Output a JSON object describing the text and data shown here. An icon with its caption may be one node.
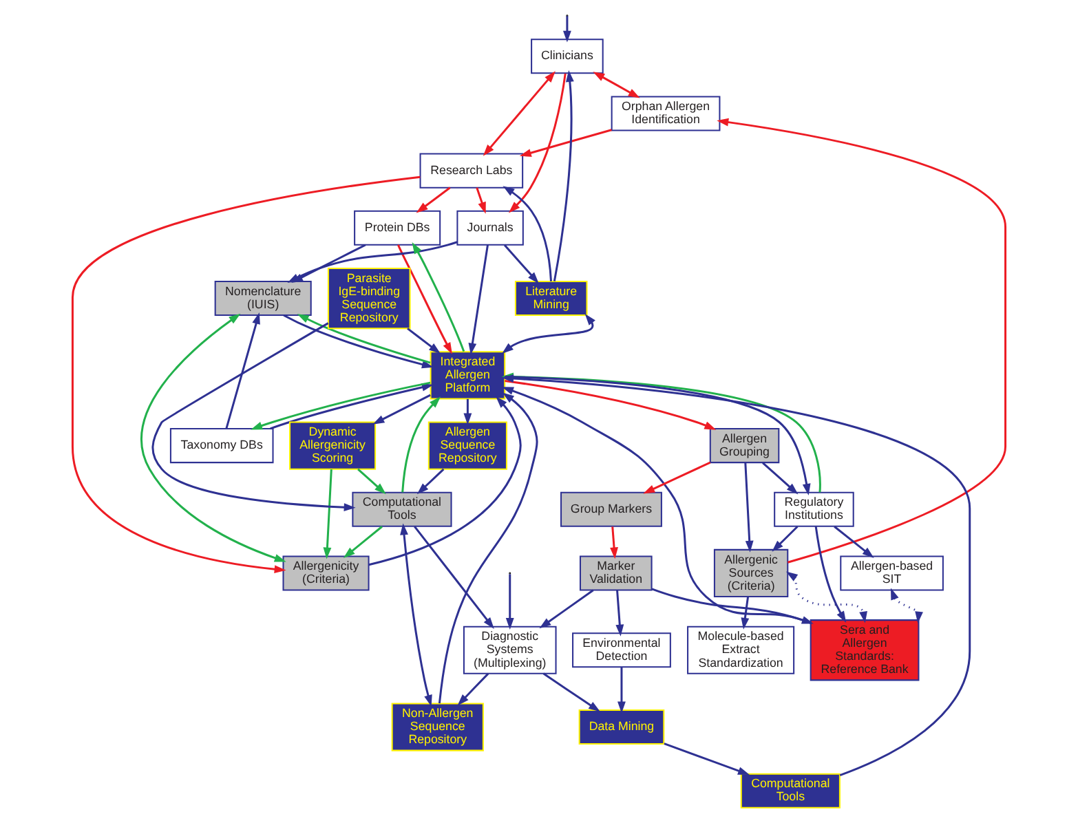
{
  "diagram": {
    "nodes": [
      {
        "text": [
          "Clinicians"
        ]
      },
      {
        "text": [
          "Orphan Allergen Identification"
        ]
      },
      {
        "text": [
          "Molecule-based Extract Standardization"
        ]
      },
      {
        "text": [
          "Research Labs"
        ]
      },
      {
        "text": [
          "Taxonomy DBs"
        ]
      },
      {
        "text": [
          "Allergenic Sources (Criteria)"
        ]
      },
      {
        "text": [
          "Protein DBs"
        ]
      },
      {
        "text": [
          "Allergen-based SIT"
        ]
      },
      {
        "text": [
          "Journals"
        ]
      },
      {
        "text": [
          "Regulatory Institutions"
        ]
      },
      {
        "text": [
          "Nomenclature (IUIS)"
        ]
      },
      {
        "text": [
          "Literature Mining"
        ]
      },
      {
        "text": [
          "Integrated Allergen Platform"
        ]
      },
      {
        "text": [
          "Sera and Allergen Standards: Reference Bank"
        ]
      },
      {
        "text": [
          "Allergenicity (Criteria)"
        ]
      },
      {
        "text": [
          "Allergen Grouping"
        ]
      },
      {
        "text": [
          "Dynamic Allergenicity Scoring"
        ]
      },
      {
        "text": [
          "Computational Tools"
        ]
      },
      {
        "text": [
          "Non-Allergen Sequence Repository"
        ]
      },
      {
        "text": [
          "Group Markers"
        ]
      },
      {
        "text": [
          "Allergen Sequence Repository"
        ]
      },
      {
        "text": [
          "Marker Validation"
        ]
      },
      {
        "text": [
          "Data Mining"
        ]
      },
      {
        "text": [
          "Computational Tools"
        ]
      },
      {
        "text": [
          "Diagnostic Systems (Multiplexing)"
        ]
      },
      {
        "text": [
          "Parasite IgE-binding Sequence Repository"
        ]
      },
      {
        "text": [
          "Environmental Detection"
        ]
      }
    ],
    "edges": [
      {
        "from": 0,
        "to": 1,
        "arrow": "both",
        "color": "#ed1c24"
      },
      {
        "from": 0,
        "to": 3,
        "arrow": "both",
        "color": "#ed1c24"
      },
      {
        "from": 1,
        "to": 3,
        "arrow": "to",
        "color": "#ed1c24"
      },
      {
        "from": 0,
        "to": 8,
        "arrow": "to",
        "color": "#ed1c24"
      },
      {
        "from": 3,
        "to": 6,
        "arrow": "to",
        "color": "#ed1c24"
      },
      {
        "from": 3,
        "to": 8,
        "arrow": "to",
        "color": "#ed1c24"
      },
      {
        "from": 3,
        "to": 14,
        "arrow": "to",
        "color": "#ed1c24"
      },
      {
        "from": 6,
        "to": 12,
        "arrow": "to",
        "color": "#ed1c24"
      },
      {
        "from": 5,
        "to": 1,
        "arrow": "to",
        "color": "#ed1c24"
      },
      {
        "from": 12,
        "to": 15,
        "arrow": "to",
        "color": "#ed1c24"
      },
      {
        "from": 15,
        "to": 19,
        "arrow": "to",
        "color": "#ed1c24"
      },
      {
        "from": 19,
        "to": 21,
        "arrow": "to",
        "color": "#ed1c24"
      },
      {
        "from": 10,
        "to": 14,
        "arrow": "both",
        "color": "#22b14c"
      },
      {
        "from": 12,
        "to": 4,
        "arrow": "to",
        "color": "#22b14c"
      },
      {
        "from": 12,
        "to": 6,
        "arrow": "to",
        "color": "#22b14c"
      },
      {
        "from": 12,
        "to": 10,
        "arrow": "to",
        "color": "#22b14c"
      },
      {
        "from": 9,
        "to": 12,
        "arrow": "to",
        "color": "#22b14c"
      },
      {
        "from": 16,
        "to": 14,
        "arrow": "to",
        "color": "#22b14c"
      },
      {
        "from": 23,
        "to": 14,
        "arrow": "to",
        "color": "#22b14c"
      },
      {
        "from": 16,
        "to": 23,
        "arrow": "to",
        "color": "#22b14c"
      },
      {
        "from": 23,
        "to": 12,
        "arrow": "to",
        "color": "#22b14c"
      },
      {
        "from": null,
        "to": 0,
        "arrow": "to"
      },
      {
        "from": 11,
        "to": 0,
        "arrow": "to"
      },
      {
        "from": 11,
        "to": 3,
        "arrow": "to"
      },
      {
        "from": 8,
        "to": 11,
        "arrow": "to"
      },
      {
        "from": 8,
        "to": 10,
        "arrow": "to"
      },
      {
        "from": 8,
        "to": 12,
        "arrow": "to"
      },
      {
        "from": 4,
        "to": 10,
        "arrow": "to"
      },
      {
        "from": 4,
        "to": 12,
        "arrow": "to"
      },
      {
        "from": 6,
        "to": 10,
        "arrow": "to"
      },
      {
        "from": 10,
        "to": 12,
        "arrow": "to"
      },
      {
        "from": 11,
        "to": 12,
        "arrow": "both"
      },
      {
        "from": 14,
        "to": 12,
        "arrow": "to"
      },
      {
        "from": 18,
        "to": 12,
        "arrow": "to"
      },
      {
        "from": 25,
        "to": 12,
        "arrow": "to"
      },
      {
        "from": 12,
        "to": 16,
        "arrow": "to"
      },
      {
        "from": 12,
        "to": 20,
        "arrow": "to"
      },
      {
        "from": 20,
        "to": 23,
        "arrow": "to"
      },
      {
        "from": 18,
        "to": 23,
        "arrow": "both"
      },
      {
        "from": 24,
        "to": 18,
        "arrow": "to"
      },
      {
        "from": 25,
        "to": 23,
        "arrow": "to"
      },
      {
        "from": 23,
        "to": 24,
        "arrow": "to"
      },
      {
        "from": 24,
        "to": 22,
        "arrow": "to"
      },
      {
        "from": 26,
        "to": 22,
        "arrow": "to"
      },
      {
        "from": 22,
        "to": 17,
        "arrow": "to"
      },
      {
        "from": 17,
        "to": 12,
        "arrow": "to"
      },
      {
        "from": 12,
        "to": 9,
        "arrow": "to"
      },
      {
        "from": 9,
        "to": 5,
        "arrow": "to"
      },
      {
        "from": 5,
        "to": 2,
        "arrow": "to"
      },
      {
        "from": 9,
        "to": 13,
        "arrow": "to"
      },
      {
        "from": 13,
        "to": 12,
        "arrow": "to"
      },
      {
        "from": 9,
        "to": 7,
        "arrow": "to"
      },
      {
        "from": 7,
        "to": 13,
        "arrow": "both",
        "style": "dashed"
      },
      {
        "from": 5,
        "to": 13,
        "arrow": "both",
        "style": "dashed"
      },
      {
        "from": 15,
        "to": 5,
        "arrow": "to"
      },
      {
        "from": 15,
        "to": 9,
        "arrow": "to"
      },
      {
        "from": 21,
        "to": 13,
        "arrow": "to"
      },
      {
        "from": 21,
        "to": 24,
        "arrow": "to"
      },
      {
        "from": 21,
        "to": 26,
        "arrow": "to"
      },
      {
        "from": null,
        "to": 24,
        "arrow": "to"
      }
    ]
  }
}
